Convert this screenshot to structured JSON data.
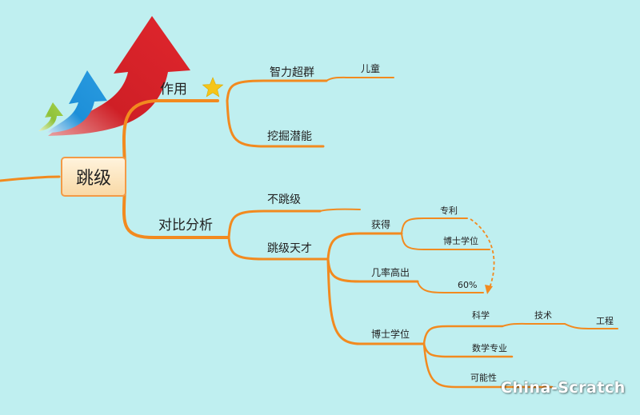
{
  "root": {
    "label": "跳级"
  },
  "branches": {
    "effect": {
      "label": "作用",
      "children": {
        "genius": {
          "label": "智力超群",
          "child": "儿童"
        },
        "potential": {
          "label": "挖掘潜能"
        }
      }
    },
    "analysis": {
      "label": "对比分析",
      "children": {
        "no_skip": {
          "label": "不跳级"
        },
        "prodigy": {
          "label": "跳级天才",
          "children": {
            "gain": {
              "label": "获得",
              "items": [
                "专利",
                "博士学位"
              ]
            },
            "probability": {
              "label": "几率高出",
              "value": "60%"
            },
            "phd": {
              "label": "博士学位",
              "science": {
                "label": "科学",
                "tech": "技术",
                "engineering": "工程"
              },
              "math": "数学专业",
              "possibility": "可能性"
            }
          }
        }
      }
    }
  },
  "watermark": "China-Scratch",
  "colors": {
    "background": "#bfeff0",
    "branch": "#f28a1f",
    "node_fill": "#fbe3bd",
    "arrow_red": "#d8222a",
    "arrow_blue": "#1e8ed6",
    "arrow_green": "#8fc23a",
    "star": "#f5c518"
  },
  "icons": [
    "growth-arrows-icon",
    "star-icon"
  ]
}
